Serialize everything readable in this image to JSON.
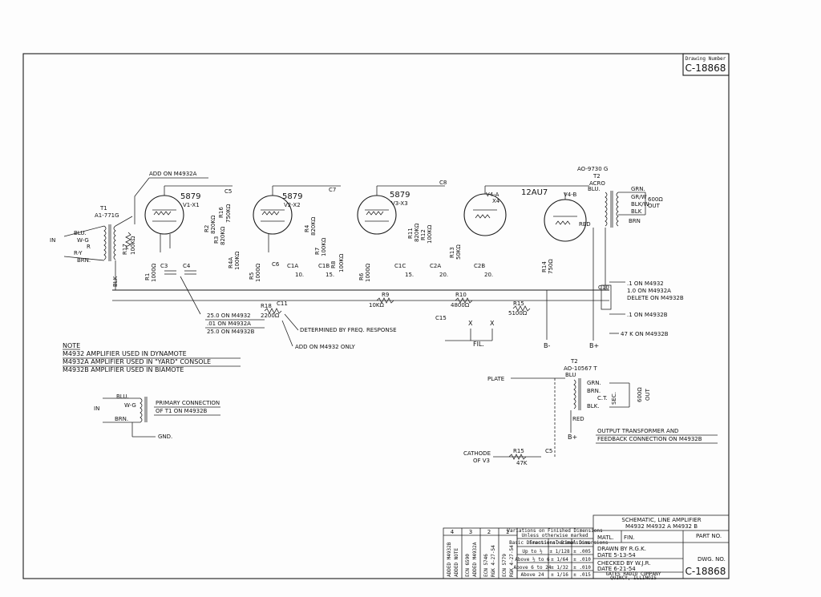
{
  "title_block": {
    "drawing_number_label": "Drawing Number",
    "drawing_number": "C-18868",
    "title_line1": "SCHEMATIC, LINE AMPLIFIER",
    "title_line2": "M4932      M4932 A   M4932 B",
    "matl_label": "MATL.",
    "fin_label": "FIN.",
    "part_no_label": "PART NO.",
    "drawn_by": "DRAWN BY  R.G.K.",
    "drawn_date": "DATE  5-13-54",
    "checked_by": "CHECKED BY  W.J.R.",
    "checked_date": "DATE  6-21-54",
    "dwg_no_label": "DWG. NO.",
    "company": "GATES RADIO COMPANY",
    "city": "QUINCY, ILLINOIS",
    "dwg_no": "C-18868",
    "tolerance_header1": "Variations on Finished Dimensions",
    "tolerance_header2": "Unless otherwise marked",
    "tol_cols": [
      "Basic Dimensions",
      "Fractional Dimensions",
      "Decimal Dimensions"
    ],
    "tol_rows": [
      [
        "Up to ½",
        "± 1/128",
        "± .005"
      ],
      [
        "Above ½ to 6",
        "± 1/64",
        "± .010"
      ],
      [
        "Above 6 to 24",
        "± 1/32",
        "± .010"
      ],
      [
        "Above 24",
        "± 1/16",
        "± .015"
      ]
    ],
    "revisions": [
      {
        "num": "1",
        "text": "ECN 5779",
        "text2": "RGK 4-27-54"
      },
      {
        "num": "2",
        "text": "ECN 5746",
        "text2": "RGK 4-27-54"
      },
      {
        "num": "3",
        "text": "ECN 6590",
        "text2": "ADDED M4932A"
      },
      {
        "num": "4",
        "text": "ADDED M4932B",
        "text2": "ADDED NOTE"
      }
    ]
  },
  "tubes": [
    {
      "type": "5879",
      "ref": "V1-X1"
    },
    {
      "type": "5879",
      "ref": "V2-X2"
    },
    {
      "type": "5879",
      "ref": "V3-X3"
    },
    {
      "type": "12AU7",
      "ref": "V4-A",
      "ref2": "X4",
      "ref3": "V4-B"
    }
  ],
  "transformers": {
    "t1": {
      "ref": "T1",
      "part": "A1-771G",
      "leads": [
        "BLU.",
        "W-G",
        "R",
        "R-Y",
        "BRN."
      ],
      "in_label": "IN"
    },
    "t2": {
      "part": "AO-9730 G",
      "ref": "T2",
      "extra": "ACRO",
      "leads": [
        "BLU.",
        "GRN.",
        "GR/W",
        "BLK/W",
        "BLK",
        "BRN",
        "RED"
      ],
      "out": "600Ω",
      "out2": "OUT"
    }
  },
  "labels": {
    "add_on_a": "ADD ON M4932A",
    "add_on_only": "ADD ON M4932 ONLY",
    "determined": "DETERMINED BY FREQ. RESPONSE",
    "fil": "FIL.",
    "bplus": "B+",
    "bminus": "B-",
    "x": "X",
    "blk": "BLK",
    "c10_1": ".1  ON M4932",
    "c10_2": "1.0  ON M4932A",
    "c10_3": "DELETE ON M4932B",
    "c10_4": ".1  ON M4932B",
    "r47k": "47 K  ON M4932B",
    "c3_25": "25.0  ON  M4932",
    "c3_01": ".01  ON  M4932A",
    "c3_25b": "25.0  ON  M4932B"
  },
  "components": {
    "r1": "R1",
    "r1v": "1000Ω",
    "r2": "R2",
    "r2v": "820KΩ",
    "r3": "R3",
    "r3v": "820KΩ",
    "r17": "R17",
    "r17v": "100KΩ",
    "r16": "R16",
    "r16v": "750KΩ",
    "r4": "R4",
    "r4v": "820KΩ",
    "r44": "R4A",
    "r44v": "100KΩ",
    "r5": "R5",
    "r5v": "1000Ω",
    "r7": "R7",
    "r7v": "100KΩ",
    "r8": "R8",
    "r8v": "100KΩ",
    "r9": "R9",
    "r9v": "10KΩ",
    "r10": "R10",
    "r10v": "4800Ω",
    "r11": "R11",
    "r11v": "820KΩ",
    "r12": "R12",
    "r12v": "100KΩ",
    "r13": "R13",
    "r13v": "50KΩ",
    "r14": "R14",
    "r14v": "750Ω",
    "r15": "R15",
    "r15v": "5100Ω",
    "r18": "R18",
    "r18v": "2200Ω",
    "r6": "R6",
    "r6v": "1000Ω",
    "c3": "C3",
    "c4": "C4",
    "c5": "C5",
    "c6": "C6",
    "c7": "C7",
    "c8": "C8",
    "c1a": "C1A",
    "c1b": "C1B",
    "c1c": "C1C",
    "c2a": "C2A",
    "c2b": "C2B",
    "c10": "C10",
    "c11": "C11",
    "c15": "C15",
    "c1av": "10.",
    "c1bv": "15.",
    "c1cv": "15.",
    "c2av": "20.",
    "c2bv": "20."
  },
  "note": {
    "title": "NOTE",
    "lines": [
      "M4932  AMPLIFIER  USED IN  DYNAMOTE",
      "M4932A  AMPLIFIER  USED IN  \"YARD\" CONSOLE",
      "M4932B  AMPLIFIER  USED  IN  BIAMOTE"
    ]
  },
  "primary": {
    "title1": "PRIMARY  CONNECTION",
    "title2": "OF  T1  ON  M4932B",
    "blu": "BLU.",
    "wg": "W-G",
    "brn": "BRN.",
    "in": "IN",
    "gnd": "GND."
  },
  "output_detail": {
    "t2": "T2",
    "part": "AO-10567 T",
    "plate": "PLATE",
    "blu": "BLU",
    "grn": "GRN.",
    "brn": "BRN.",
    "ct": "C.T.",
    "blk": "BLK.",
    "red": "RED",
    "bplus": "B+",
    "sec": "SEC.",
    "out": "600Ω",
    "out2": "OUT",
    "title1": "OUTPUT  TRANSFORMER  AND",
    "title2": "FEEDBACK  CONNECTION  ON  M4932B",
    "cathode": "CATHODE",
    "of_v3": "OF V3",
    "r15": "R15",
    "r15v": "47K",
    "c5": "C5"
  }
}
